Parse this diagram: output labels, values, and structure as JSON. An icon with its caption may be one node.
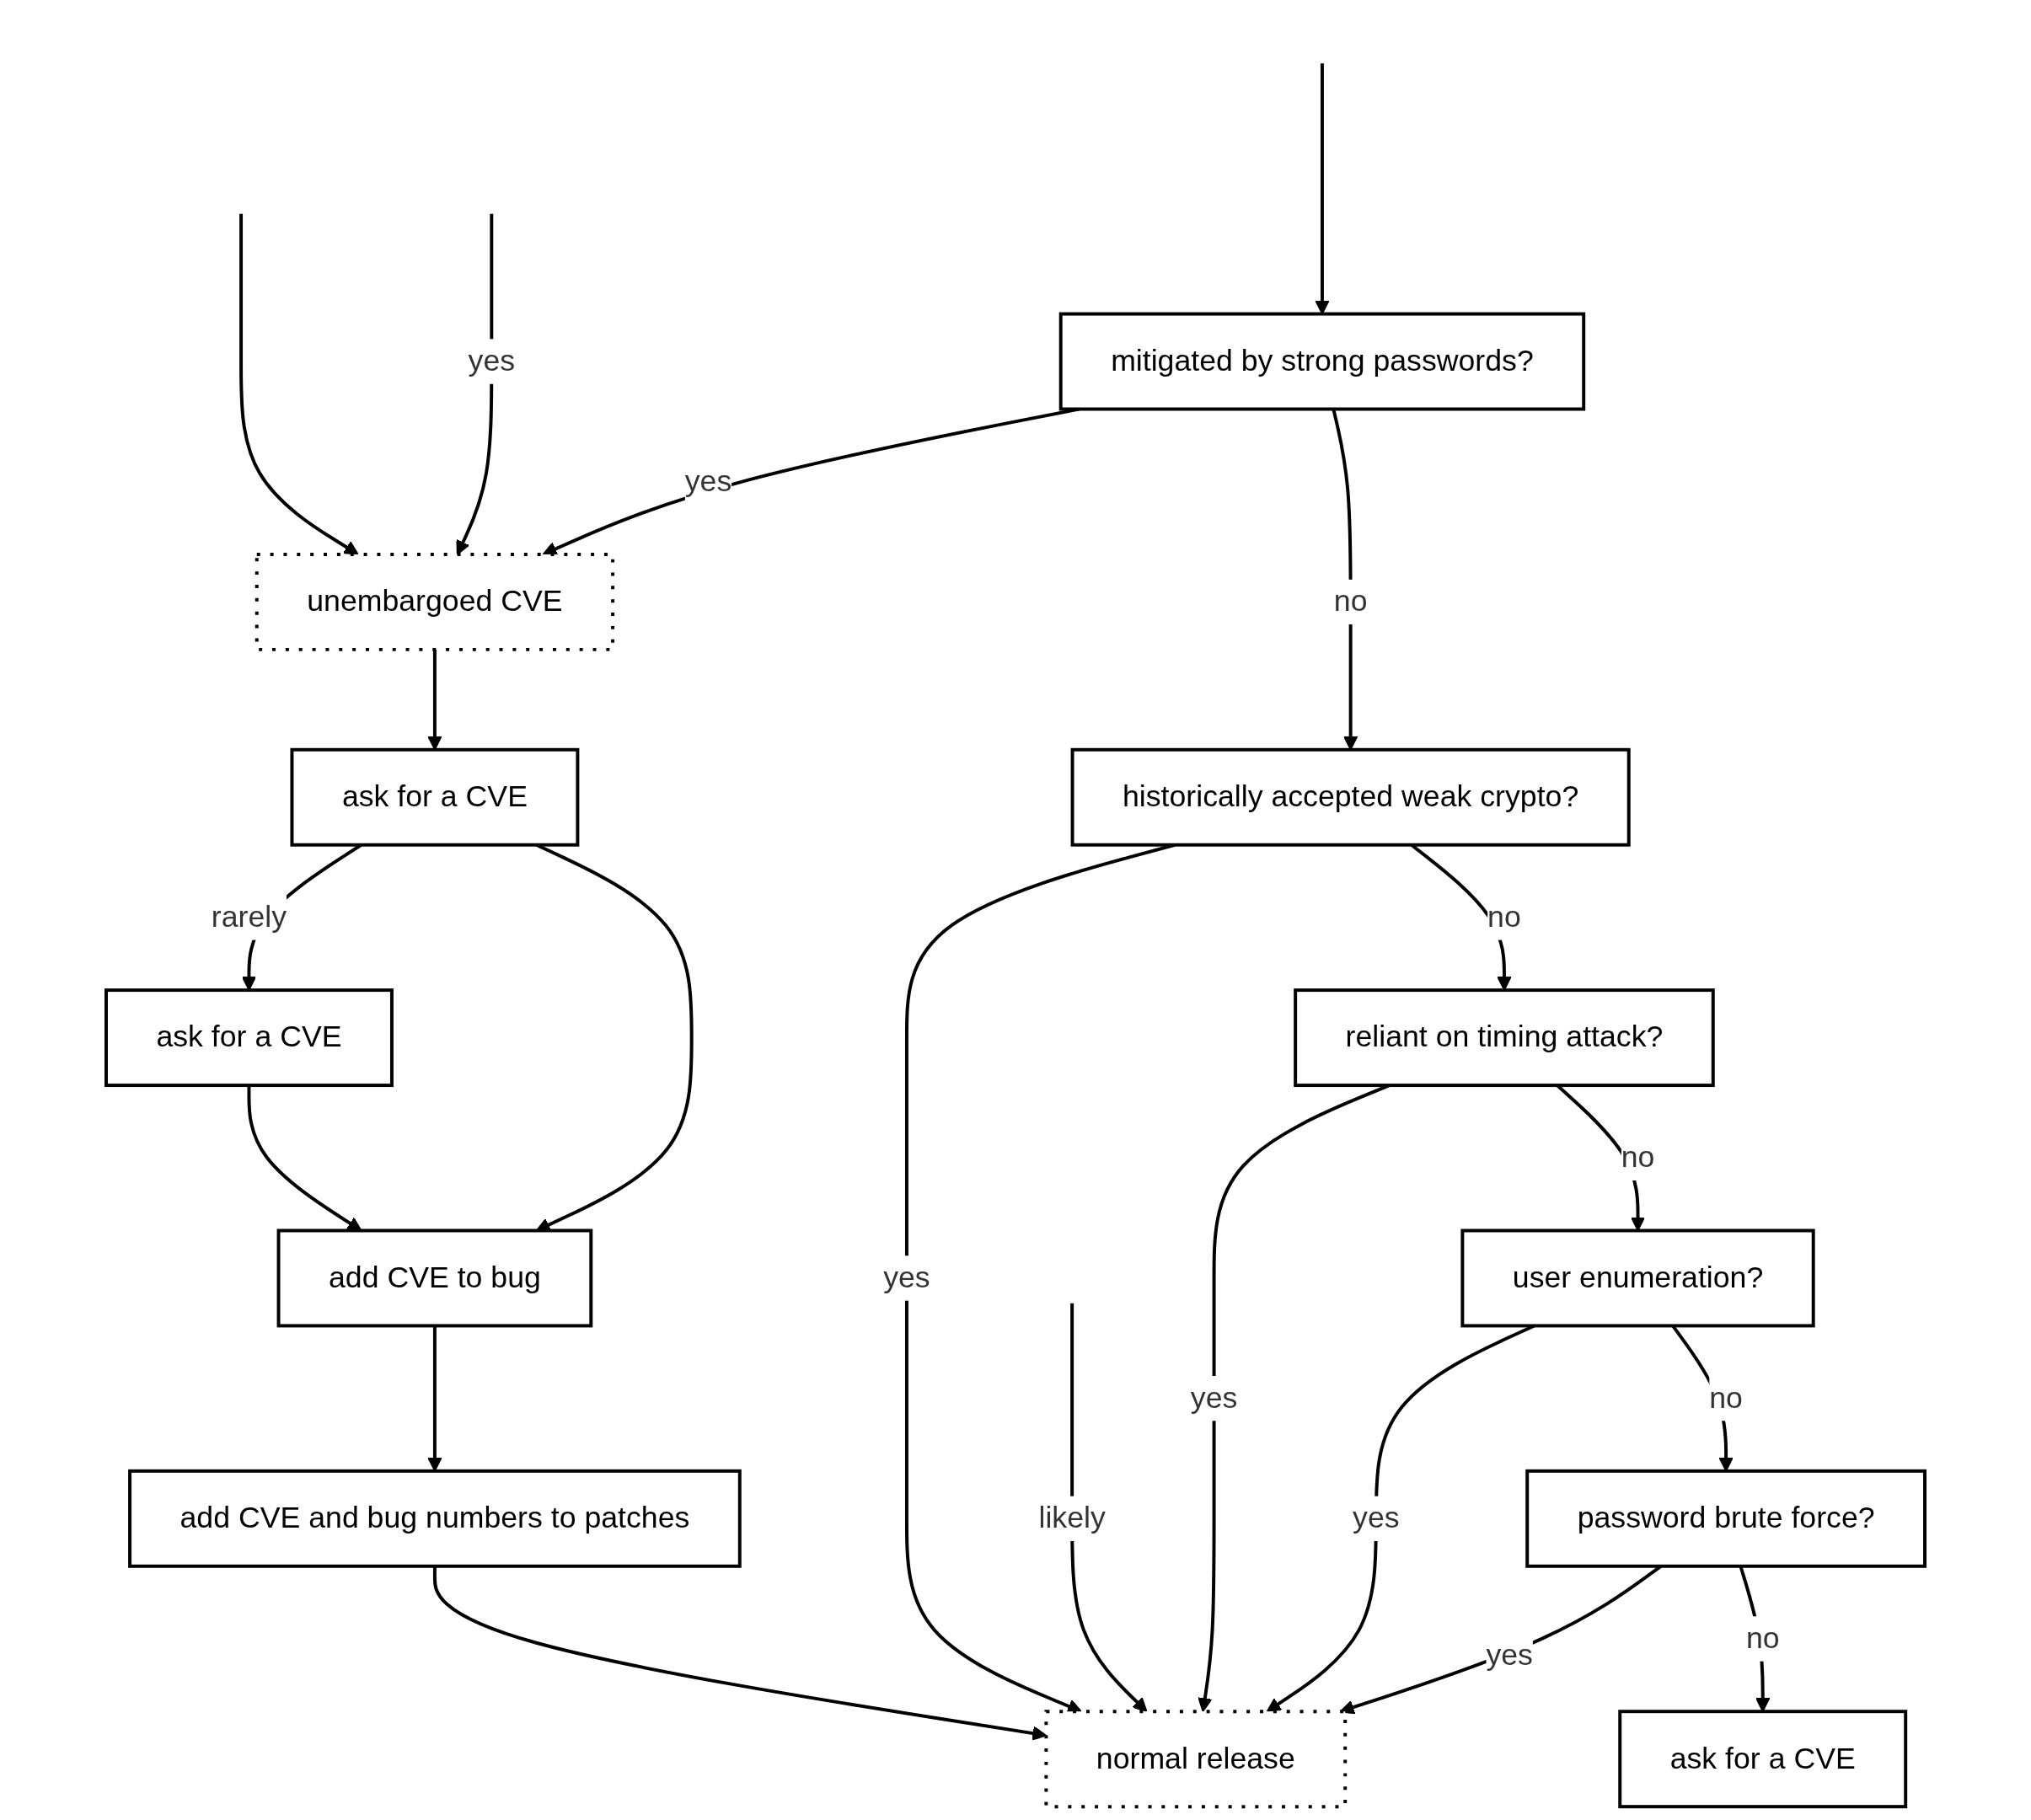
{
  "diagram": {
    "nodes": [
      {
        "text": [
          "mitigated by strong passwords?"
        ]
      },
      {
        "text": [
          "unembargoed CVE"
        ]
      },
      {
        "text": [
          "historically accepted weak crypto?"
        ]
      },
      {
        "text": [
          "ask for a CVE"
        ]
      },
      {
        "text": [
          "reliant on timing attack?"
        ]
      },
      {
        "text": [
          "ask for a CVE"
        ]
      },
      {
        "text": [
          "user enumeration?"
        ]
      },
      {
        "text": [
          "add CVE to bug"
        ]
      },
      {
        "text": [
          "password brute force?"
        ]
      },
      {
        "text": [
          "add CVE and bug numbers to patches"
        ]
      },
      {
        "text": [
          "normal release"
        ]
      },
      {
        "text": [
          "ask for a CVE"
        ]
      }
    ],
    "edges": [
      {
        "from": null,
        "to": 0,
        "arrow": "to"
      },
      {
        "from": null,
        "to": 1,
        "arrow": "to"
      },
      {
        "from": null,
        "to": 1,
        "label": "yes",
        "arrow": "to"
      },
      {
        "from": 0,
        "to": 1,
        "label": "yes",
        "arrow": "to"
      },
      {
        "from": 0,
        "to": 2,
        "label": "no",
        "arrow": "to"
      },
      {
        "from": 1,
        "to": 3,
        "arrow": "to"
      },
      {
        "from": 3,
        "to": 5,
        "label": "rarely",
        "arrow": "to"
      },
      {
        "from": 3,
        "to": 7,
        "arrow": "to"
      },
      {
        "from": 5,
        "to": 7,
        "arrow": "to"
      },
      {
        "from": 2,
        "to": 10,
        "label": "yes",
        "arrow": "to"
      },
      {
        "from": 2,
        "to": 4,
        "label": "no",
        "arrow": "to"
      },
      {
        "from": 4,
        "to": 10,
        "label": "yes",
        "arrow": "to"
      },
      {
        "from": 4,
        "to": 6,
        "label": "no",
        "arrow": "to"
      },
      {
        "from": 6,
        "to": 10,
        "label": "yes",
        "arrow": "to"
      },
      {
        "from": 6,
        "to": 8,
        "label": "no",
        "arrow": "to"
      },
      {
        "from": 8,
        "to": 10,
        "label": "yes",
        "arrow": "to"
      },
      {
        "from": 8,
        "to": 11,
        "label": "no",
        "arrow": "to"
      },
      {
        "from": 7,
        "to": 9,
        "arrow": "to"
      },
      {
        "from": 9,
        "to": 10,
        "arrow": "to"
      },
      {
        "from": null,
        "to": 10,
        "label": "likely",
        "arrow": "to"
      }
    ]
  }
}
